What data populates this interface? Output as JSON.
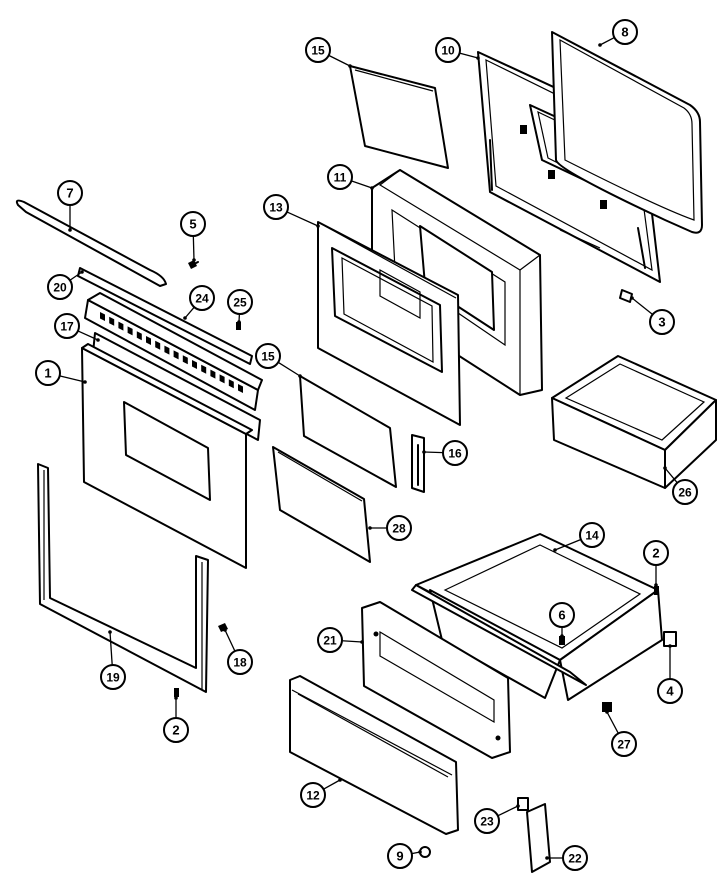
{
  "diagram": {
    "callouts": [
      {
        "id": "c-15a",
        "label": "15"
      },
      {
        "id": "c-10",
        "label": "10"
      },
      {
        "id": "c-8a",
        "label": "8"
      },
      {
        "id": "c-11",
        "label": "11"
      },
      {
        "id": "c-7",
        "label": "7"
      },
      {
        "id": "c-13",
        "label": "13"
      },
      {
        "id": "c-5",
        "label": "5"
      },
      {
        "id": "c-3",
        "label": "3"
      },
      {
        "id": "c-20",
        "label": "20"
      },
      {
        "id": "c-24",
        "label": "24"
      },
      {
        "id": "c-25",
        "label": "25"
      },
      {
        "id": "c-17",
        "label": "17"
      },
      {
        "id": "c-1",
        "label": "1"
      },
      {
        "id": "c-15b",
        "label": "15"
      },
      {
        "id": "c-16",
        "label": "16"
      },
      {
        "id": "c-26",
        "label": "26"
      },
      {
        "id": "c-28",
        "label": "28"
      },
      {
        "id": "c-14",
        "label": "14"
      },
      {
        "id": "c-2a",
        "label": "2"
      },
      {
        "id": "c-6",
        "label": "6"
      },
      {
        "id": "c-21",
        "label": "21"
      },
      {
        "id": "c-18",
        "label": "18"
      },
      {
        "id": "c-19",
        "label": "19"
      },
      {
        "id": "c-4",
        "label": "4"
      },
      {
        "id": "c-2b",
        "label": "2"
      },
      {
        "id": "c-27",
        "label": "27"
      },
      {
        "id": "c-12",
        "label": "12"
      },
      {
        "id": "c-23",
        "label": "23"
      },
      {
        "id": "c-9",
        "label": "9"
      },
      {
        "id": "c-22",
        "label": "22"
      }
    ]
  }
}
